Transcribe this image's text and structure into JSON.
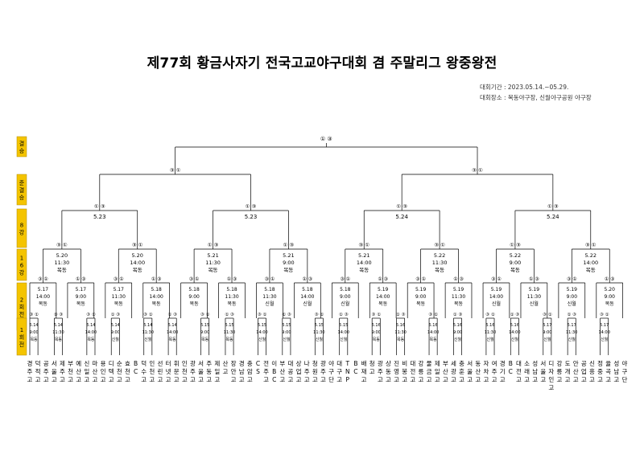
{
  "title": "제77회 황금사자기 전국고교야구대회 겸 주말리그 왕중왕전",
  "info": {
    "period": "대회기간 : 2023.05.14.~05.29.",
    "venue": "대회장소 : 목동야구장, 신월야구공원 야구장"
  },
  "rounds": [
    "결승",
    "준결승",
    "8강",
    "16강",
    "2회전",
    "1회전"
  ],
  "final": {
    "score": "① ③"
  },
  "semis": [
    {
      "score": "③ ①"
    },
    {
      "score": "③ ①"
    }
  ],
  "qf": [
    {
      "score": "① ③",
      "info": [
        "5.23"
      ]
    },
    {
      "score": "① ③",
      "info": [
        "5.23"
      ]
    },
    {
      "score": "① ③",
      "info": [
        "5.24"
      ]
    },
    {
      "score": "① ③",
      "info": [
        "5.24"
      ]
    }
  ],
  "r16": [
    {
      "score": "③ ①",
      "info": [
        "5.20",
        "11:30",
        "목동"
      ]
    },
    {
      "score": "③ ①",
      "info": [
        "5.20",
        "14:00",
        "목동"
      ]
    },
    {
      "score": "① ③",
      "info": [
        "5.21",
        "11:30",
        "목동"
      ]
    },
    {
      "score": "① ③",
      "info": [
        "5.21",
        "9:00",
        "목동"
      ]
    },
    {
      "score": "③ ①",
      "info": [
        "5.21",
        "14:00",
        "목동"
      ]
    },
    {
      "score": "③ ①",
      "info": [
        "5.22",
        "11:30",
        "목동"
      ]
    },
    {
      "score": "① ③",
      "info": [
        "5.22",
        "9:00",
        "목동"
      ]
    },
    {
      "score": "③ ①",
      "info": [
        "5.22",
        "14:00",
        "목동"
      ]
    }
  ],
  "r2": [
    {
      "score": "③ ①",
      "info": [
        "5.17",
        "14:00",
        "목동"
      ]
    },
    {
      "score": "① ③",
      "info": [
        "5.17",
        "9:00",
        "목동"
      ]
    },
    {
      "score": "③ ①",
      "info": [
        "5.17",
        "11:30",
        "목동"
      ]
    },
    {
      "score": "① ③",
      "info": [
        "5.18",
        "14:00",
        "목동"
      ]
    },
    {
      "score": "③ ①",
      "info": [
        "5.18",
        "9:00",
        "목동"
      ]
    },
    {
      "score": "① ③",
      "info": [
        "5.18",
        "11:30",
        "목동"
      ]
    },
    {
      "score": "③ ①",
      "info": [
        "5.18",
        "11:30",
        "신월"
      ]
    },
    {
      "score": "① ③",
      "info": [
        "5.18",
        "14:00",
        "신월"
      ]
    },
    {
      "score": "③ ①",
      "info": [
        "5.18",
        "9:00",
        "신월"
      ]
    },
    {
      "score": "① ③",
      "info": [
        "5.19",
        "14:00",
        "목동"
      ]
    },
    {
      "score": "③ ①",
      "info": [
        "5.19",
        "9:00",
        "목동"
      ]
    },
    {
      "score": "① ③",
      "info": [
        "5.19",
        "11:30",
        "목동"
      ]
    },
    {
      "score": "③ ①",
      "info": [
        "5.19",
        "14:00",
        "신월"
      ]
    },
    {
      "score": "① ③",
      "info": [
        "5.19",
        "11:30",
        "신월"
      ]
    },
    {
      "score": "③ ①",
      "info": [
        "5.19",
        "9:00",
        "신월"
      ]
    },
    {
      "score": "① ③",
      "info": [
        "5.20",
        "9:00",
        "목동"
      ]
    }
  ],
  "r1": [
    {
      "score": "③ ①",
      "info": [
        "5.14",
        "9:00",
        "목동"
      ]
    },
    {
      "score": "① ③",
      "info": [
        "5.14",
        "11:30",
        "목동"
      ]
    },
    {
      "score": "③ ①",
      "info": [
        "5.14",
        "14:00",
        "목동"
      ]
    },
    {
      "score": "① ③",
      "info": [
        "5.14",
        "9:00",
        "신월"
      ]
    },
    {
      "score": "③ ①",
      "info": [
        "5.14",
        "11:30",
        "신월"
      ]
    },
    {
      "score": "① ③",
      "info": [
        "5.14",
        "14:00",
        "목동"
      ]
    },
    {
      "score": "③ ①",
      "info": [
        "5.15",
        "9:00",
        "목동"
      ]
    },
    {
      "score": "① ③",
      "info": [
        "5.15",
        "11:30",
        "목동"
      ]
    },
    {
      "score": "③ ①",
      "info": [
        "5.15",
        "14:00",
        "신월"
      ]
    },
    {
      "score": "① ③",
      "info": [
        "5.15",
        "9:00",
        "신월"
      ]
    },
    {
      "score": "③ ①",
      "info": [
        "5.15",
        "11:30",
        "신월"
      ]
    },
    {
      "score": "① ③",
      "info": [
        "5.15",
        "14:00",
        "신월"
      ]
    },
    {
      "score": "③ ①",
      "info": [
        "5.16",
        "9:00",
        "목동"
      ]
    },
    {
      "score": "① ③",
      "info": [
        "5.16",
        "11:30",
        "목동"
      ]
    },
    {
      "score": "③ ①",
      "info": [
        "5.16",
        "14:00",
        "목동"
      ]
    },
    {
      "score": "① ③",
      "info": [
        "5.16",
        "9:00",
        "신월"
      ]
    },
    {
      "score": "③ ①",
      "info": [
        "5.16",
        "11:30",
        "신월"
      ]
    },
    {
      "score": "① ③",
      "info": [
        "5.16",
        "14:00",
        "신월"
      ]
    },
    {
      "score": "③ ①",
      "info": [
        "5.17",
        "9:00",
        "신월"
      ]
    },
    {
      "score": "① ③",
      "info": [
        "5.17",
        "11:30",
        "신월"
      ]
    },
    {
      "score": "③ ①",
      "info": [
        "5.17",
        "14:00",
        "신월"
      ]
    }
  ],
  "teams": [
    "경주고",
    "덕적고",
    "공주고",
    "서울고",
    "제주고",
    "부천고",
    "예산고",
    "신일고",
    "마산고",
    "용인고",
    "디텍고",
    "순천고",
    "효천고",
    "BC",
    "덕수고",
    "인천고",
    "선린고",
    "터넷고",
    "휘문고",
    "인천고",
    "광주고",
    "서울고",
    "주동고",
    "제일고",
    "산고",
    "장안고",
    "경남고",
    "충암고",
    "CS",
    "전주고",
    "이BC",
    "부산고",
    "대공고",
    "상업고",
    "나주고",
    "청원고",
    "광주고",
    "야구단",
    "대구고",
    "TNP",
    "BC",
    "배재고",
    "청고",
    "광주고",
    "상동고",
    "진영고",
    "비봉고",
    "대전고",
    "강릉고",
    "물금고",
    "제일고",
    "부산고",
    "세광고",
    "충훈고",
    "서울고",
    "동산고",
    "자차고",
    "여주고",
    "경기고",
    "BC",
    "대전고",
    "소래고",
    "성남고",
    "서울고",
    "디자인고",
    "강릉고",
    "도개고",
    "안산고",
    "공업고",
    "신흥고",
    "정중고",
    "율곡고",
    "성남고",
    "야구단"
  ]
}
